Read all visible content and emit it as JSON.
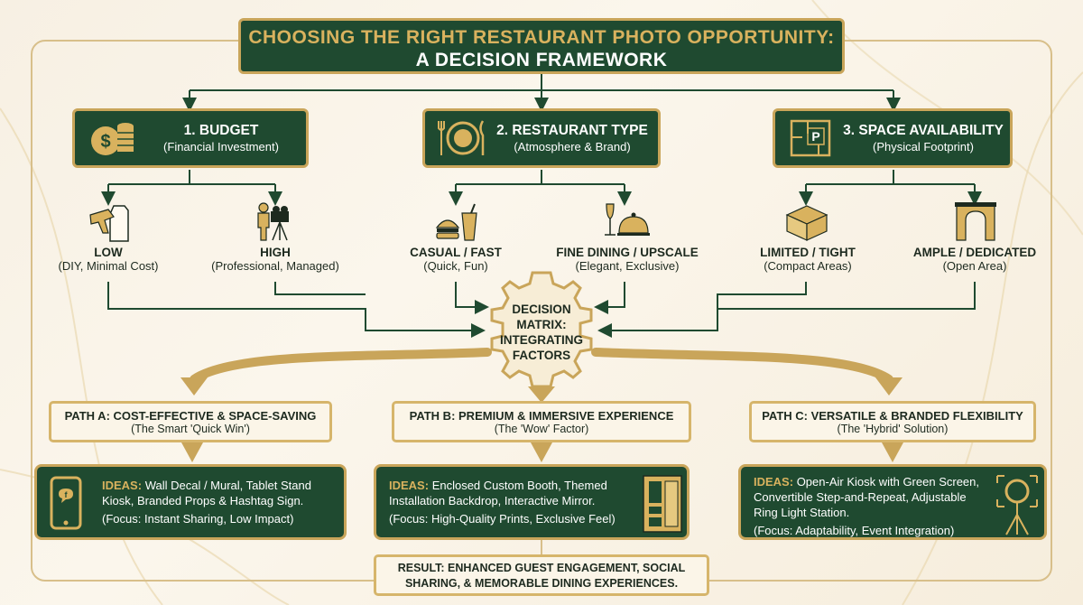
{
  "title": {
    "line1": "CHOOSING THE RIGHT RESTAURANT PHOTO OPPORTUNITY:",
    "line2": "A DECISION FRAMEWORK"
  },
  "factors": [
    {
      "title": "1. BUDGET",
      "subtitle": "(Financial Investment)",
      "icon": "coins-dollar-icon",
      "options": [
        {
          "title": "LOW",
          "subtitle": "(DIY, Minimal Cost)",
          "icon": "glue-gun-icon"
        },
        {
          "title": "HIGH",
          "subtitle": "(Professional, Managed)",
          "icon": "camera-operator-icon"
        }
      ]
    },
    {
      "title": "2. RESTAURANT TYPE",
      "subtitle": "(Atmosphere & Brand)",
      "icon": "plate-cutlery-icon",
      "options": [
        {
          "title": "CASUAL / FAST",
          "subtitle": "(Quick, Fun)",
          "icon": "burger-drink-icon"
        },
        {
          "title": "FINE DINING / UPSCALE",
          "subtitle": "(Elegant, Exclusive)",
          "icon": "champagne-cloche-icon"
        }
      ]
    },
    {
      "title": "3. SPACE AVAILABILITY",
      "subtitle": "(Physical Footprint)",
      "icon": "floor-plan-icon",
      "icon_letter": "P",
      "options": [
        {
          "title": "LIMITED / TIGHT",
          "subtitle": "(Compact Areas)",
          "icon": "compact-booth-icon"
        },
        {
          "title": "AMPLE / DEDICATED",
          "subtitle": "(Open Area)",
          "icon": "archway-icon"
        }
      ]
    }
  ],
  "decision_matrix": {
    "lines": [
      "DECISION",
      "MATRIX:",
      "INTEGRATING",
      "FACTORS"
    ]
  },
  "paths": [
    {
      "title": "PATH A: COST-EFFECTIVE & SPACE-SAVING",
      "subtitle": "(The Smart 'Quick Win')",
      "ideas_label": "IDEAS:",
      "ideas": "Wall Decal / Mural, Tablet Stand Kiosk, Branded Props & Hashtag Sign.",
      "focus": "(Focus: Instant Sharing, Low Impact)",
      "icon": "smartphone-icon"
    },
    {
      "title": "PATH B: PREMIUM & IMMERSIVE EXPERIENCE",
      "subtitle": "(The 'Wow' Factor)",
      "ideas_label": "IDEAS:",
      "ideas": "Enclosed Custom Booth, Themed Installation Backdrop, Interactive Mirror.",
      "focus": "(Focus: High-Quality Prints, Exclusive Feel)",
      "icon": "photo-booth-icon"
    },
    {
      "title": "PATH C: VERSATILE & BRANDED FLEXIBILITY",
      "subtitle": "(The 'Hybrid' Solution)",
      "ideas_label": "IDEAS:",
      "ideas": "Open-Air Kiosk with Green Screen, Convertible Step-and-Repeat, Adjustable Ring Light Station.",
      "focus": "(Focus: Adaptability, Event Integration)",
      "icon": "ring-light-icon"
    }
  ],
  "result": "RESULT: ENHANCED GUEST ENGAGEMENT, SOCIAL SHARING, & MEMORABLE DINING EXPERIENCES.",
  "colors": {
    "dark_green": "#1f4a30",
    "gold": "#c9a55a",
    "cream": "#fbf5e8"
  }
}
